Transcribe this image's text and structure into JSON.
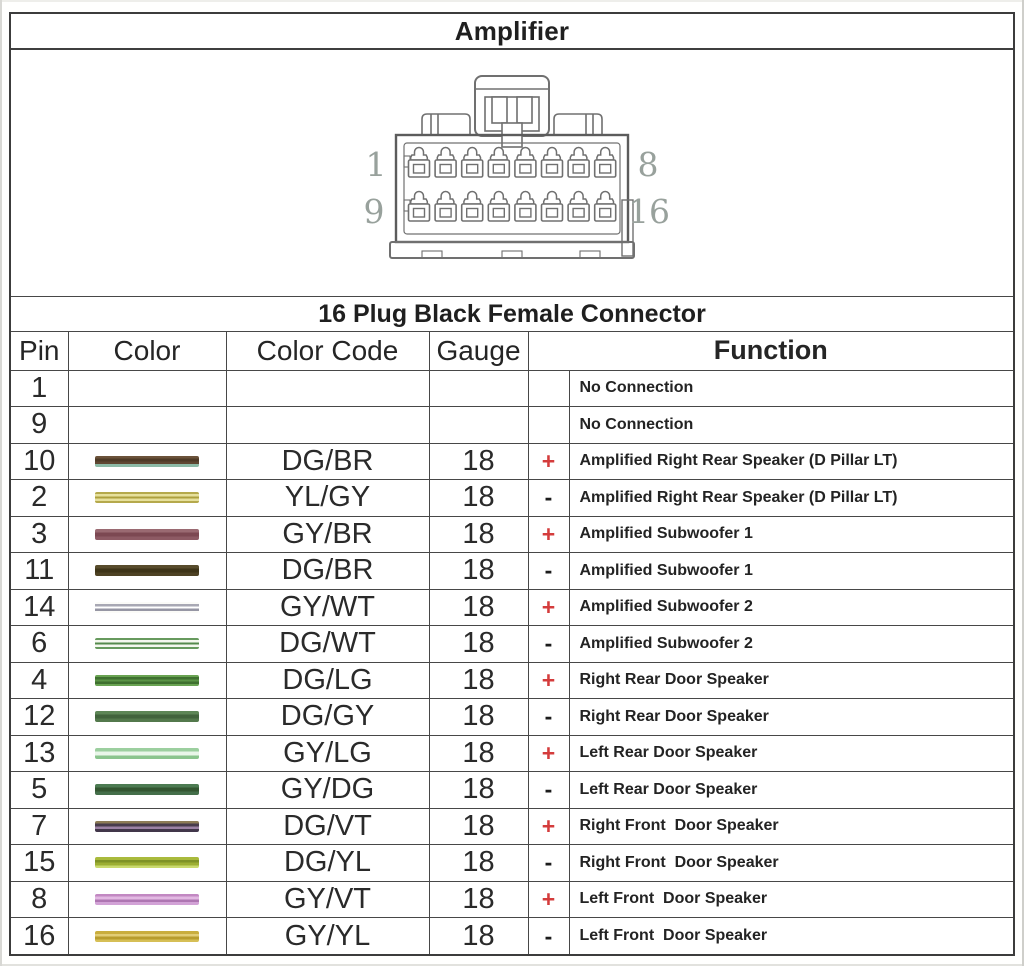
{
  "title": "Amplifier",
  "connector": {
    "caption": "16 Plug Black Female Connector",
    "labels": [
      "1",
      "8",
      "9",
      "16"
    ],
    "pins_per_row": 8,
    "label_color": "#98a19c"
  },
  "colors": {
    "plus": "#d43c3c",
    "minus": "#1c1c1c",
    "line": "#707070"
  },
  "table": {
    "headers": {
      "pin": "Pin",
      "color": "Color",
      "color_code": "Color Code",
      "gauge": "Gauge",
      "function": "Function"
    },
    "rows": [
      {
        "pin": "1",
        "color_code": "",
        "gauge": "",
        "polarity": "",
        "function": "No Connection",
        "swatch": null
      },
      {
        "pin": "9",
        "color_code": "",
        "gauge": "",
        "polarity": "",
        "function": "No Connection",
        "swatch": null
      },
      {
        "pin": "10",
        "color_code": "DG/BR",
        "gauge": "18",
        "polarity": "+",
        "function": "Amplified Right Rear Speaker (D Pillar LT)",
        "swatch": [
          "#6b523a",
          "#4e3a26",
          "#5f4732",
          "#8cbaa6"
        ]
      },
      {
        "pin": "2",
        "color_code": "YL/GY",
        "gauge": "18",
        "polarity": "-",
        "function": "Amplified Right Rear Speaker (D Pillar LT)",
        "swatch": [
          "#b5a94c",
          "#e6e09c",
          "#ada03e",
          "#e6e09c",
          "#b5a94c"
        ]
      },
      {
        "pin": "3",
        "color_code": "GY/BR",
        "gauge": "18",
        "polarity": "+",
        "function": "Amplified Subwoofer 1",
        "swatch": [
          "#9a6a72",
          "#7c4852",
          "#8d5a64"
        ]
      },
      {
        "pin": "11",
        "color_code": "DG/BR",
        "gauge": "18",
        "polarity": "-",
        "function": "Amplified Subwoofer 1",
        "swatch": [
          "#584c2c",
          "#3e3418",
          "#4e4224"
        ]
      },
      {
        "pin": "14",
        "color_code": "GY/WT",
        "gauge": "18",
        "polarity": "+",
        "function": "Amplified Subwoofer 2",
        "swatch": [
          "#fbfbf8",
          "#a8a8b4",
          "#ffffff",
          "#9696a4",
          "#fbfbf8"
        ]
      },
      {
        "pin": "6",
        "color_code": "DG/WT",
        "gauge": "18",
        "polarity": "-",
        "function": "Amplified Subwoofer 2",
        "swatch": [
          "#679a5e",
          "#f4f8ee",
          "#558a4c",
          "#f4f8ee",
          "#679a5e"
        ]
      },
      {
        "pin": "4",
        "color_code": "DG/LG",
        "gauge": "18",
        "polarity": "+",
        "function": "Right Rear Door Speaker",
        "swatch": [
          "#69a352",
          "#3f7030",
          "#5b9446",
          "#3f7030",
          "#69a352"
        ]
      },
      {
        "pin": "12",
        "color_code": "DG/GY",
        "gauge": "18",
        "polarity": "-",
        "function": "Right Rear Door Speaker",
        "swatch": [
          "#5d8656",
          "#41633c",
          "#53794c"
        ]
      },
      {
        "pin": "13",
        "color_code": "GY/LG",
        "gauge": "18",
        "polarity": "+",
        "function": "Left Rear Door Speaker",
        "swatch": [
          "#9ccf9f",
          "#e9f6e9",
          "#8ac48d"
        ]
      },
      {
        "pin": "5",
        "color_code": "GY/DG",
        "gauge": "18",
        "polarity": "-",
        "function": "Left Rear Door Speaker",
        "swatch": [
          "#4c7b52",
          "#335631",
          "#446f4a"
        ]
      },
      {
        "pin": "7",
        "color_code": "DG/VT",
        "gauge": "18",
        "polarity": "+",
        "function": "Right Front  Door Speaker",
        "swatch": [
          "#8d7c56",
          "#483c4c",
          "#9c82a4",
          "#41364a"
        ]
      },
      {
        "pin": "15",
        "color_code": "DG/YL",
        "gauge": "18",
        "polarity": "-",
        "function": "Right Front  Door Speaker",
        "swatch": [
          "#a9ba3c",
          "#7e9226",
          "#9cae32",
          "#cada6e"
        ]
      },
      {
        "pin": "8",
        "color_code": "GY/VT",
        "gauge": "18",
        "polarity": "+",
        "function": "Left Front  Door Speaker",
        "swatch": [
          "#c288c2",
          "#e2b8e2",
          "#ae76b2",
          "#d2a2d6"
        ]
      },
      {
        "pin": "16",
        "color_code": "GY/YL",
        "gauge": "18",
        "polarity": "-",
        "function": "Left Front  Door Speaker",
        "swatch": [
          "#c9ad3e",
          "#e2cd76",
          "#b89c2e",
          "#d6bf56"
        ]
      }
    ]
  }
}
